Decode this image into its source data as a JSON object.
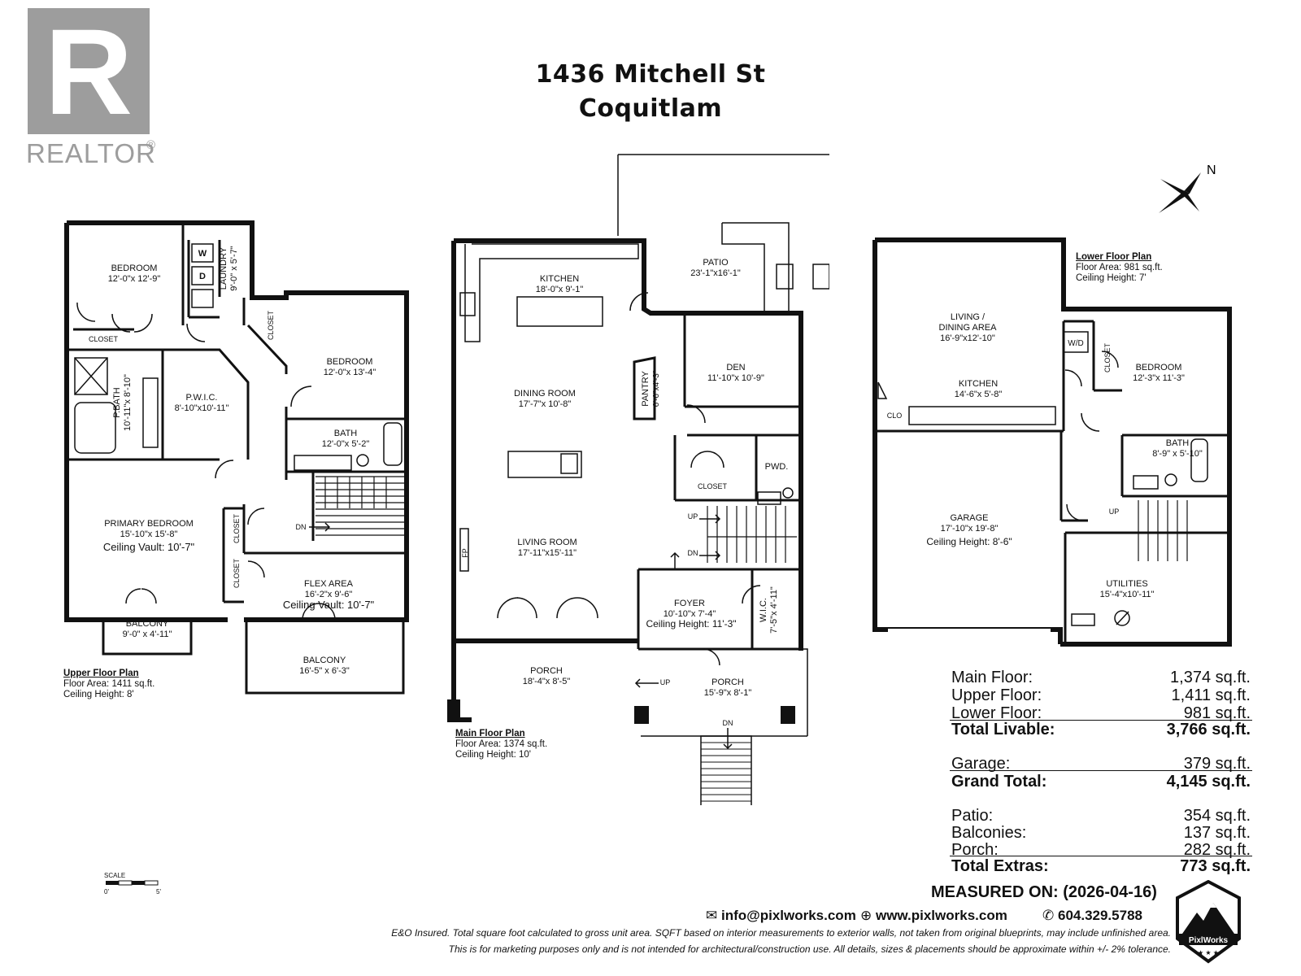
{
  "header": {
    "address_line1": "1436 Mitchell St",
    "address_line2": "Coquitlam",
    "logo_text": "REALTOR",
    "logo_letter": "R"
  },
  "plans": {
    "upper": {
      "caption_title": "Upper Floor Plan",
      "floor_area": "Floor Area: 1411 sq.ft.",
      "ceiling": "Ceiling Height: 8'",
      "rooms": [
        {
          "name": "BEDROOM",
          "dim": "12'-0\"x 12'-9\""
        },
        {
          "name": "CLOSET",
          "dim": ""
        },
        {
          "name": "LAUNDRY",
          "dim": "9'-0\" x 5'-7\""
        },
        {
          "name": "CLOSET",
          "dim": ""
        },
        {
          "name": "BEDROOM",
          "dim": "12'-0\"x 13'-4\""
        },
        {
          "name": "P.BATH",
          "dim": "10'-11\"x 8'-10\""
        },
        {
          "name": "P.W.I.C.",
          "dim": "8'-10\"x10'-11\""
        },
        {
          "name": "BATH",
          "dim": "12'-0\"x 5'-2\""
        },
        {
          "name": "PRIMARY BEDROOM",
          "dim": "15'-10\"x 15'-8\"",
          "extra": "Ceiling Vault: 10'-7\""
        },
        {
          "name": "CLOSET",
          "dim": ""
        },
        {
          "name": "CLOSET",
          "dim": ""
        },
        {
          "name": "FLEX AREA",
          "dim": "16'-2\"x 9'-6\"",
          "extra": "Ceiling Vault: 10'-7\""
        },
        {
          "name": "BALCONY",
          "dim": "9'-0\" x 4'-11\""
        },
        {
          "name": "BALCONY",
          "dim": "16'-5\" x 6'-3\""
        }
      ],
      "labels": {
        "w": "W",
        "d": "D",
        "dn": "DN"
      }
    },
    "main": {
      "caption_title": "Main Floor Plan",
      "floor_area": "Floor Area: 1374 sq.ft.",
      "ceiling": "Ceiling Height: 10'",
      "rooms": [
        {
          "name": "KITCHEN",
          "dim": "18'-0\"x 9'-1\""
        },
        {
          "name": "PATIO",
          "dim": "23'-1\"x16'-1\""
        },
        {
          "name": "DINING ROOM",
          "dim": "17'-7\"x 10'-8\""
        },
        {
          "name": "PANTRY",
          "dim": "6'-6\"x4'-3\""
        },
        {
          "name": "DEN",
          "dim": "11'-10\"x 10'-9\""
        },
        {
          "name": "PWD.",
          "dim": ""
        },
        {
          "name": "CLOSET",
          "dim": ""
        },
        {
          "name": "LIVING ROOM",
          "dim": "17'-11\"x15'-11\""
        },
        {
          "name": "FOYER",
          "dim": "10'-10\"x 7'-4\"",
          "extra": "Ceiling Height: 11'-3\""
        },
        {
          "name": "W.I.C.",
          "dim": "7'-5\"x 4'-11\""
        },
        {
          "name": "PORCH",
          "dim": "18'-4\"x 8'-5\""
        },
        {
          "name": "PORCH",
          "dim": "15'-9\"x 8'-1\""
        }
      ],
      "labels": {
        "up": "UP",
        "dn": "DN",
        "fp": "FP"
      }
    },
    "lower": {
      "caption_title": "Lower Floor Plan",
      "floor_area": "Floor Area: 981 sq.ft.",
      "ceiling": "Ceiling Height: 7'",
      "rooms": [
        {
          "name": "LIVING /",
          "name2": "DINING AREA",
          "dim": "16'-9\"x12'-10\""
        },
        {
          "name": "W/D",
          "dim": ""
        },
        {
          "name": "CLOSET",
          "dim": ""
        },
        {
          "name": "BEDROOM",
          "dim": "12'-3\"x 11'-3\""
        },
        {
          "name": "KITCHEN",
          "dim": "14'-6\"x 5'-8\""
        },
        {
          "name": "CLO",
          "dim": ""
        },
        {
          "name": "BATH",
          "dim": "8'-9\" x 5'-10\""
        },
        {
          "name": "GARAGE",
          "dim": "17'-10\"x 19'-8\"",
          "extra": "Ceiling Height: 8'-6\""
        },
        {
          "name": "UTILITIES",
          "dim": "15'-4\"x10'-11\""
        }
      ],
      "labels": {
        "up": "UP"
      }
    }
  },
  "scale": {
    "label": "SCALE",
    "min": "0'",
    "max": "5'"
  },
  "compass": {
    "north": "N"
  },
  "summary": {
    "rows": [
      {
        "label": "Main Floor:",
        "value": "1,374 sq.ft.",
        "bold": false
      },
      {
        "label": "Upper Floor:",
        "value": "1,411 sq.ft.",
        "bold": false
      },
      {
        "label": "Lower Floor:",
        "value": "981 sq.ft.",
        "bold": false
      },
      {
        "label": "Total Livable:",
        "value": "3,766 sq.ft.",
        "bold": true
      },
      {
        "label": "Garage:",
        "value": "379 sq.ft.",
        "bold": false
      },
      {
        "label": "Grand Total:",
        "value": "4,145 sq.ft.",
        "bold": true
      },
      {
        "label": "Patio:",
        "value": "354 sq.ft.",
        "bold": false
      },
      {
        "label": "Balconies:",
        "value": "137 sq.ft.",
        "bold": false
      },
      {
        "label": "Porch:",
        "value": "282 sq.ft.",
        "bold": false
      },
      {
        "label": "Total Extras:",
        "value": "773 sq.ft.",
        "bold": true
      }
    ]
  },
  "footer": {
    "measured_on": "MEASURED ON: (2026-04-16)",
    "email": "info@pixlworks.com",
    "website": "www.pixlworks.com",
    "phone": "604.329.5788",
    "disclaimer1": "E&O Insured.  Total square foot calculated to gross unit area. SQFT based on interior measurements to exterior walls, not taken from original blueprints, may include unfinished area.",
    "disclaimer2": "This is for marketing purposes only and is not intended for architectural/construction use.  All details, sizes & placements should be approximate within +/- 2%  tolerance.",
    "badge_text": "PixlWorks"
  }
}
